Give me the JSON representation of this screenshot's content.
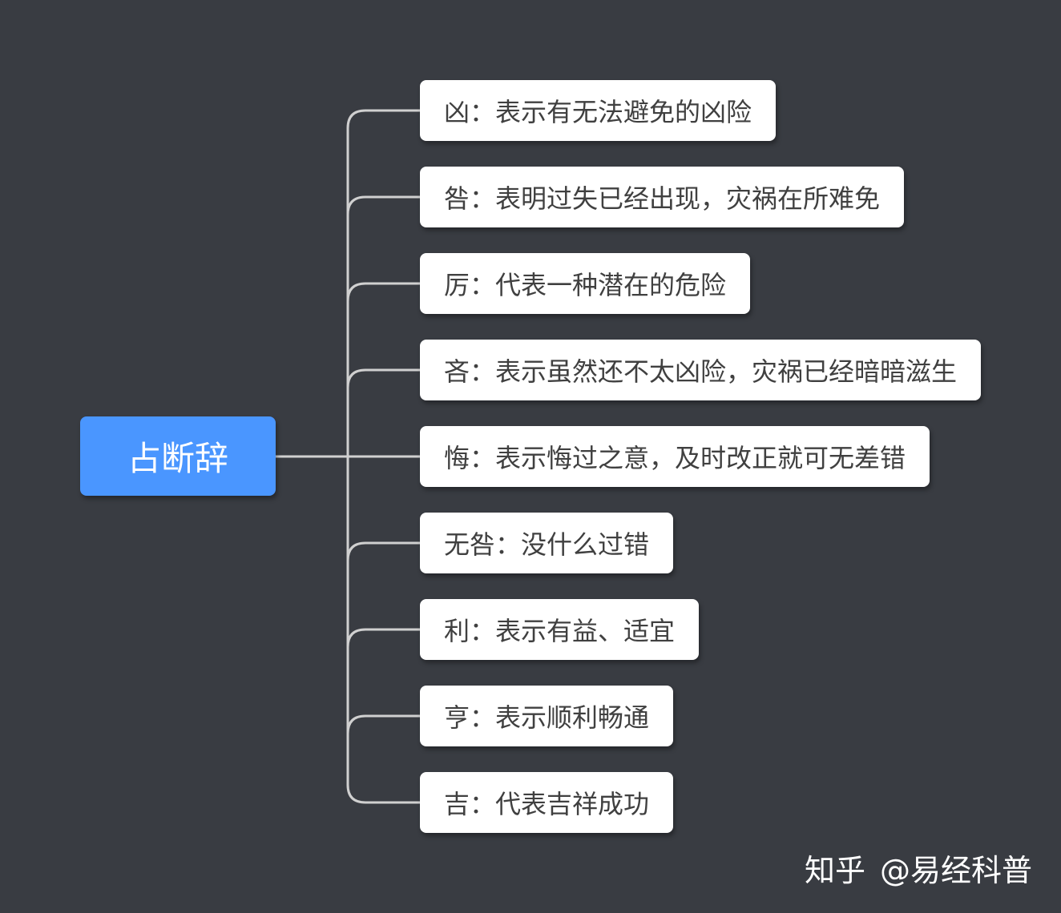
{
  "root": {
    "label": "占断辞"
  },
  "branches": [
    {
      "label": "凶：表示有无法避免的凶险"
    },
    {
      "label": "咎：表明过失已经出现，灾祸在所难免"
    },
    {
      "label": "厉：代表一种潜在的危险"
    },
    {
      "label": "吝：表示虽然还不太凶险，灾祸已经暗暗滋生"
    },
    {
      "label": "悔：表示悔过之意，及时改正就可无差错"
    },
    {
      "label": "无咎：没什么过错"
    },
    {
      "label": "利：表示有益、适宜"
    },
    {
      "label": "亨：表示顺利畅通"
    },
    {
      "label": "吉：代表吉祥成功"
    }
  ],
  "watermark": {
    "site": "知乎",
    "author": "@易经科普"
  },
  "colors": {
    "background": "#393c42",
    "root_fill": "#4a96ff",
    "branch_fill": "#ffffff",
    "connector": "#d0d0d0",
    "branch_text": "#404040"
  }
}
